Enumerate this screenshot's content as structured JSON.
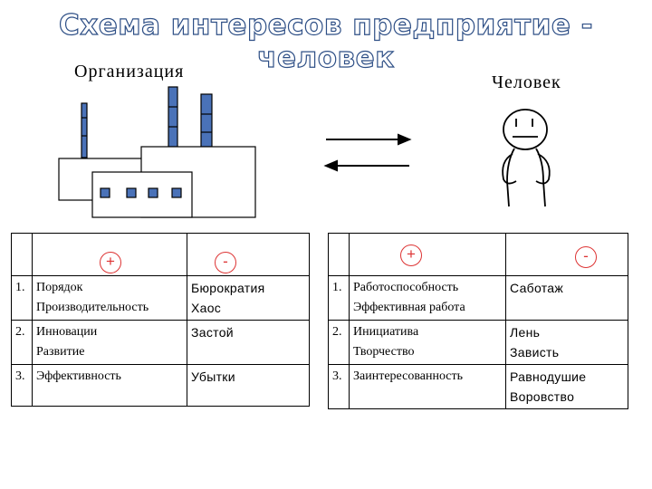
{
  "title": "Схема интересов предприятие - человек",
  "organization_label": "Организация",
  "person_label": "Человек",
  "plus_sign": "+",
  "minus_sign": "-",
  "organization_table": {
    "rows": [
      {
        "num": "1.",
        "plus": [
          "Порядок",
          "Производительность"
        ],
        "minus": [
          "Бюрократия",
          "Хаос"
        ]
      },
      {
        "num": "2.",
        "plus": [
          "Инновации",
          "Развитие"
        ],
        "minus": [
          "Застой"
        ]
      },
      {
        "num": "3.",
        "plus": [
          "Эффективность"
        ],
        "minus": [
          "Убытки"
        ]
      }
    ]
  },
  "person_table": {
    "rows": [
      {
        "num": "1.",
        "plus": [
          "Работоспособность",
          "Эффективная работа"
        ],
        "minus": [
          "Саботаж"
        ]
      },
      {
        "num": "2.",
        "plus": [
          "Инициатива",
          "Творчество"
        ],
        "minus": [
          "Лень",
          "Зависть"
        ]
      },
      {
        "num": "3.",
        "plus": [
          "Заинтересованность"
        ],
        "minus": [
          "Равнодушие",
          "Воровство"
        ]
      }
    ]
  },
  "colors": {
    "title_outline": "#2e4f86",
    "sign": "#dd3333",
    "window_fill": "#4a72b8"
  }
}
